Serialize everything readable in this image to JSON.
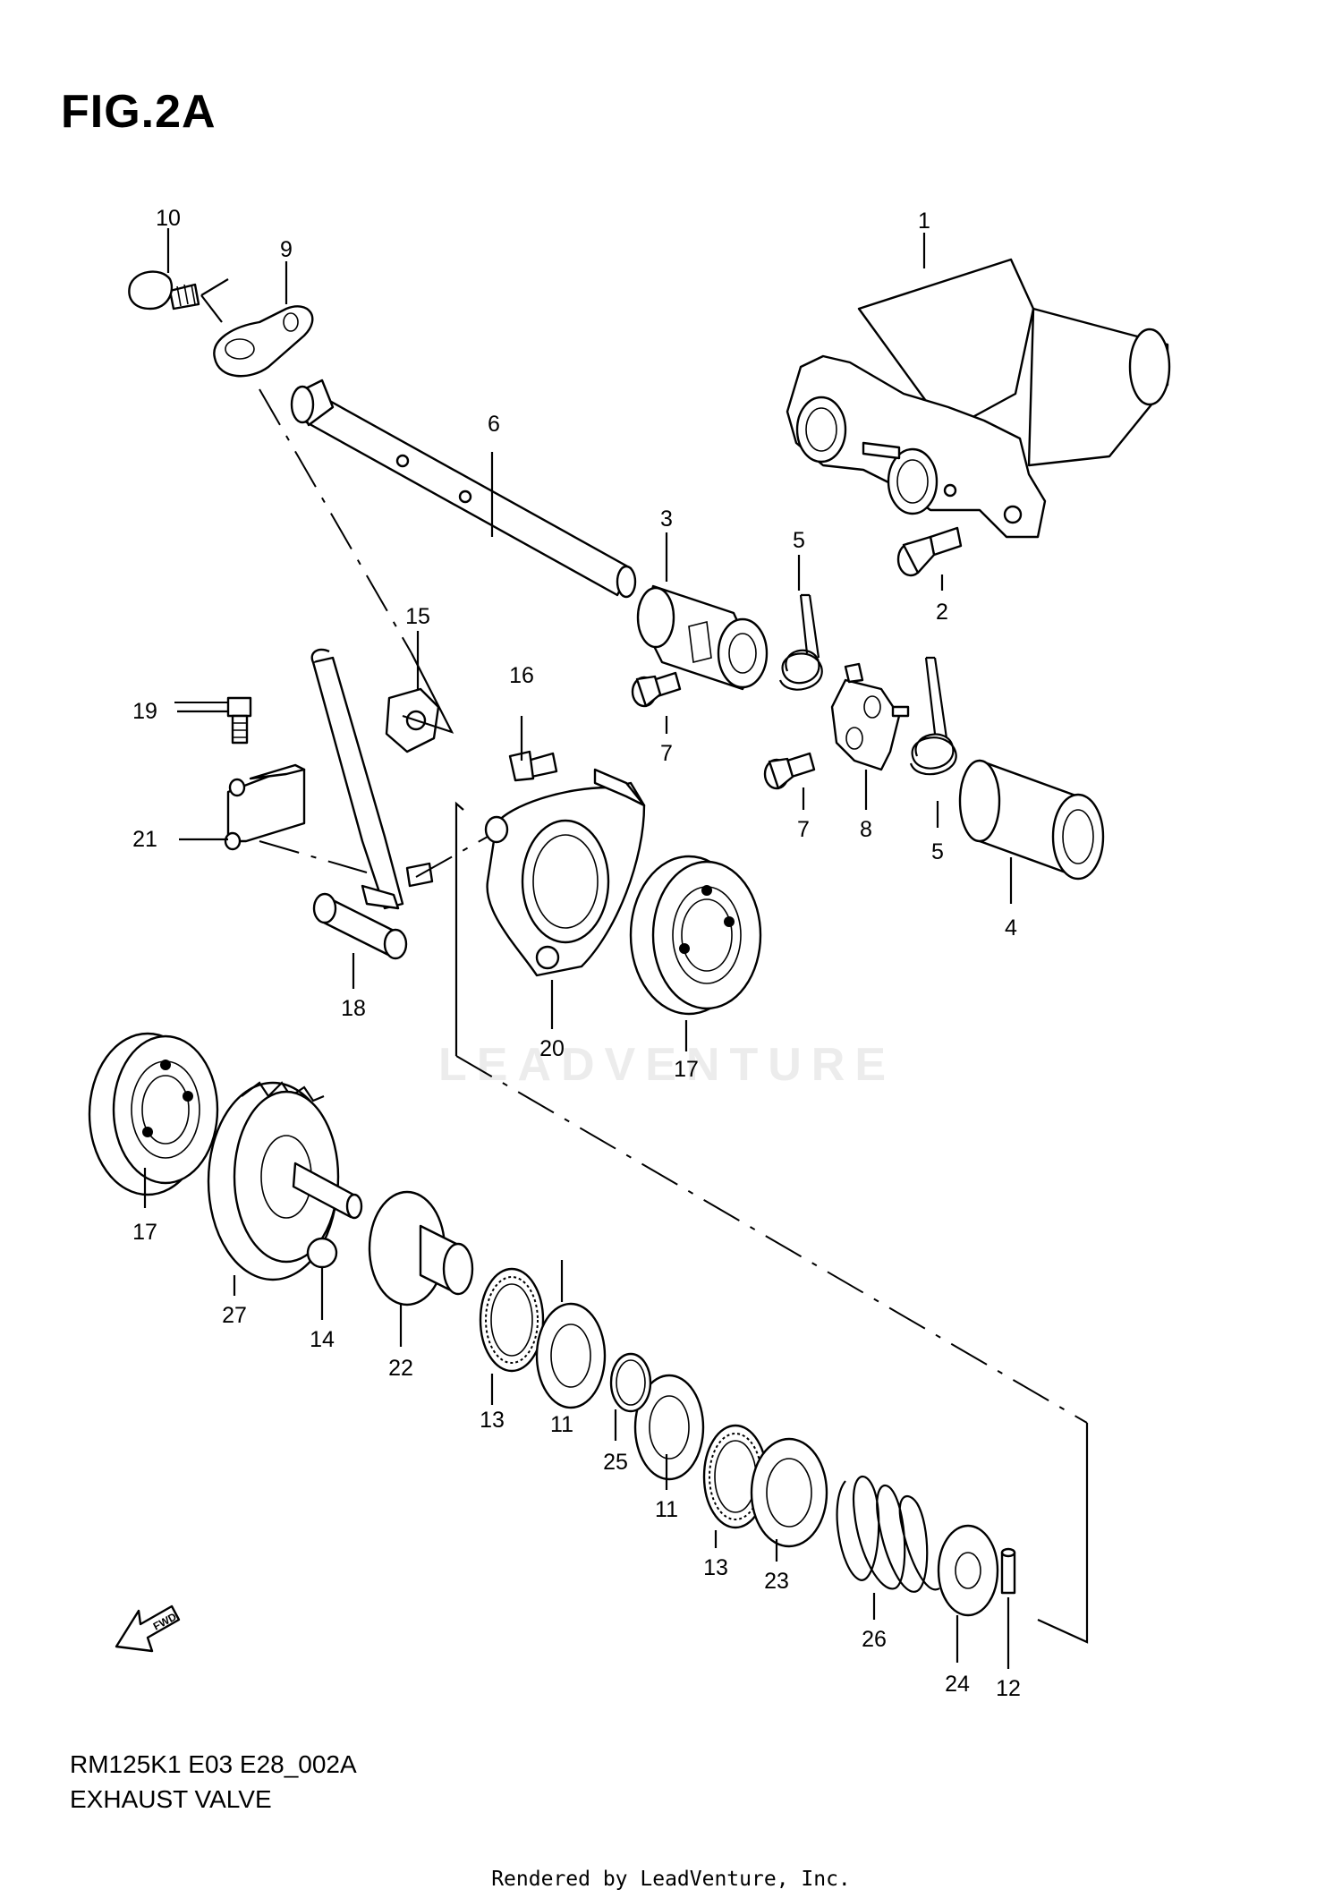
{
  "figure": {
    "title": "FIG.2A"
  },
  "watermark": "LEADVENTURE",
  "footer": {
    "code": "RM125K1 E03 E28_002A",
    "name": "EXHAUST VALVE"
  },
  "credit": "Rendered by LeadVenture, Inc.",
  "fwd_label": "FWD",
  "callouts": {
    "c1": "1",
    "c2": "2",
    "c3": "3",
    "c4": "4",
    "c5a": "5",
    "c5b": "5",
    "c6": "6",
    "c7a": "7",
    "c7b": "7",
    "c8": "8",
    "c9": "9",
    "c10": "10",
    "c11a": "11",
    "c11b": "11",
    "c12": "12",
    "c13a": "13",
    "c13b": "13",
    "c14": "14",
    "c15": "15",
    "c16": "16",
    "c17a": "17",
    "c17b": "17",
    "c18": "18",
    "c19": "19",
    "c20": "20",
    "c21": "21",
    "c22": "22",
    "c23": "23",
    "c24": "24",
    "c25": "25",
    "c26": "26",
    "c27": "27"
  }
}
